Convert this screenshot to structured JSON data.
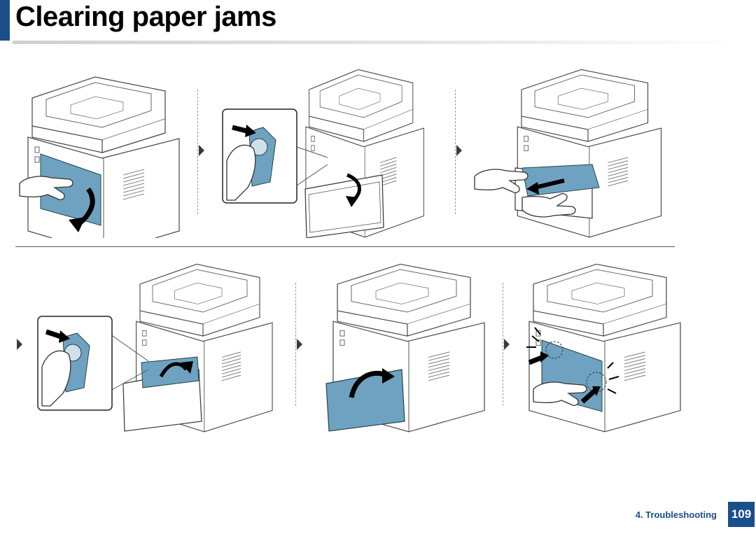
{
  "page": {
    "title": "Clearing paper jams",
    "section": "4. Troubleshooting",
    "page_number": "109"
  },
  "colors": {
    "accent": "#1a4f8a",
    "highlight": "#6fa2c0"
  },
  "figures": [
    {
      "name": "open-rear-cover",
      "icons": [
        "hand-icon",
        "down-arrow-icon"
      ]
    },
    {
      "name": "release-fuser-levers",
      "icons": [
        "hand-icon",
        "push-arrow-icon",
        "curved-arrow-icon"
      ]
    },
    {
      "name": "pull-out-jammed-paper",
      "icons": [
        "hand-icon",
        "pull-arrow-icon"
      ]
    },
    {
      "name": "push-fuser-levers-back",
      "icons": [
        "hand-icon",
        "push-arrow-icon",
        "curved-arrow-icon"
      ]
    },
    {
      "name": "close-rear-cover",
      "icons": [
        "curved-arrow-icon"
      ]
    },
    {
      "name": "press-cover-to-click",
      "icons": [
        "hand-icon",
        "click-sound-icon",
        "push-arrow-icon"
      ]
    }
  ]
}
